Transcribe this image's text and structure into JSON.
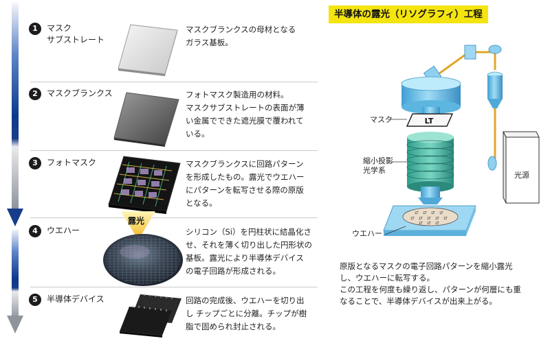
{
  "steps": [
    {
      "number": "1",
      "title_line1": "マスク",
      "title_line2": "サブストレート",
      "desc": [
        "マスクブランクスの母材となる",
        "ガラス基板。"
      ]
    },
    {
      "number": "2",
      "title_line1": "マスクブランクス",
      "title_line2": "",
      "desc": [
        "フォトマスク製造用の材料。",
        "マスクサブストレートの表面が薄",
        "い金属でできた遮光膜で覆われて",
        "いる。"
      ]
    },
    {
      "number": "3",
      "title_line1": "フォトマスク",
      "title_line2": "",
      "desc": [
        "マスクブランクスに回路パターン",
        "を形成したもの。露光でウエハー",
        "にパターンを転写させる際の原版",
        "となる。"
      ]
    },
    {
      "number": "4",
      "title_line1": "ウエハー",
      "title_line2": "",
      "desc": [
        "シリコン（Si）を円柱状に結晶化さ",
        "せ、それを薄く切り出した円形状の",
        "基板。露光により半導体デバイス",
        "の電子回路が形成される。"
      ]
    },
    {
      "number": "5",
      "title_line1": "半導体デバイス",
      "title_line2": "",
      "desc": [
        "回路の完成後、ウエハーを切り出",
        "し チップごとに分離。チップが樹",
        "脂で固められ封止される。"
      ]
    }
  ],
  "exposure_arrow_label": "露光",
  "right_panel": {
    "title": "半導体の露光（リソグラフィ）工程",
    "labels": {
      "mask": "マスク",
      "lens_line1": "縮小投影",
      "lens_line2": "光学系",
      "light_source": "光源",
      "wafer": "ウエハー",
      "mask_glyph": "LT",
      "wafer_glyph": "LT"
    },
    "description": [
      "原版となるマスクの電子回路パターンを縮小露光",
      "し、ウエハーに転写する。",
      "この工程を何度も繰り返し、パターンが何層にも重",
      "なることで、半導体デバイスが出来上がる。"
    ]
  },
  "colors": {
    "arrow_top": "#0b3a8c",
    "arrow_bottom": "#9aa0a8",
    "title_highlight": "#f4e40f",
    "exposure_arrow": "#f2c21a",
    "light_beam": "#e0a62a",
    "optics_blue": "#7ec8ea"
  }
}
